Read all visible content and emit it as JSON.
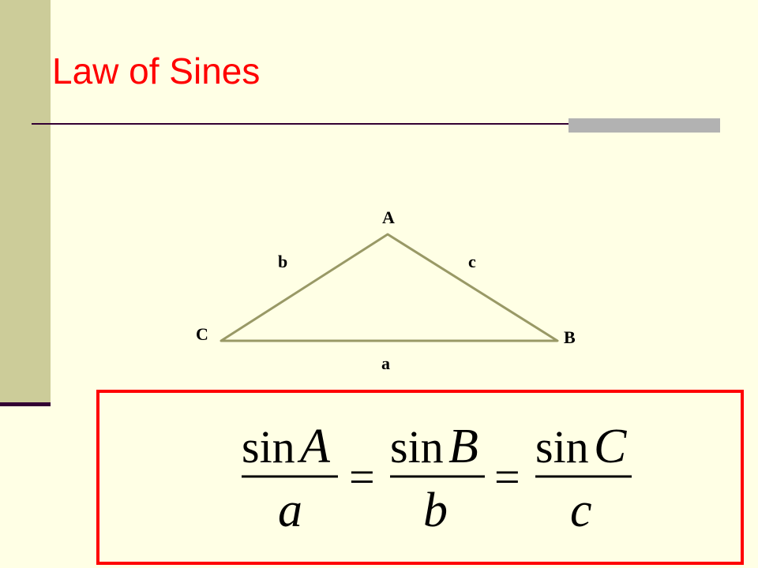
{
  "slide": {
    "title": "Law of Sines",
    "colors": {
      "title": "#ff0000",
      "background": "#ffffe5",
      "left_bar": "#cccc99",
      "rule": "#330033",
      "rule_accent": "#b2b2b2",
      "triangle_stroke": "#999966",
      "formula_border": "#ff0000"
    }
  },
  "triangle": {
    "vertices": {
      "A": "A",
      "B": "B",
      "C": "C"
    },
    "sides": {
      "a": "a",
      "b": "b",
      "c": "c"
    }
  },
  "formula": {
    "terms": [
      {
        "fn": "sin",
        "angle": "A",
        "side": "a"
      },
      {
        "fn": "sin",
        "angle": "B",
        "side": "b"
      },
      {
        "fn": "sin",
        "angle": "C",
        "side": "c"
      }
    ],
    "equals": "="
  }
}
